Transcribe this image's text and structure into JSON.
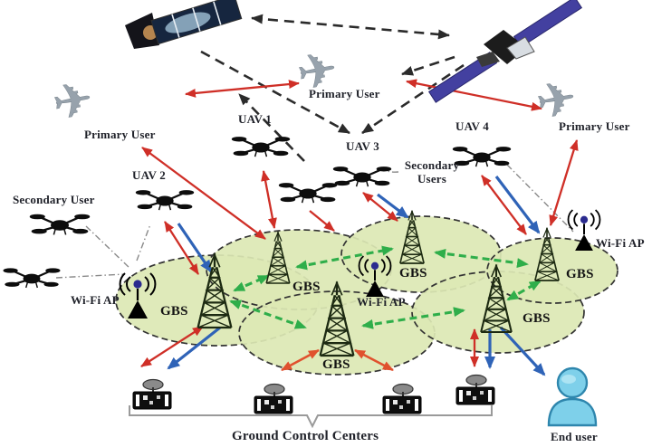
{
  "figure": {
    "type": "uav-satellite-network-architecture-diagram",
    "labels": {
      "primary_user": "Primary User",
      "secondary_user": "Secondary User",
      "secondary_users": "Secondary Users",
      "uav_1": "UAV 1",
      "uav_2": "UAV 2",
      "uav_3": "UAV 3",
      "uav_4": "UAV 4",
      "gbs": "GBS",
      "wifi_ap": "Wi-Fi AP",
      "ground_control_centers": "Ground Control Centers",
      "end_user": "End user"
    },
    "icons": {
      "airplane_glyph": "✈",
      "satellite": "satellite-icon",
      "uav": "drone-icon",
      "base_station": "gbs-tower-icon",
      "wifi_access_point": "wifi-ap-icon",
      "ground_control_center": "control-van-icon",
      "end_user": "person-icon"
    },
    "colors": {
      "cell_coverage_fill": "#dce8b4",
      "primary_link_red": "#cf2f27",
      "uav_gbs_link_blue": "#2f63b7",
      "inter_gbs_backhaul_green": "#2fae4a",
      "satellite_link_black": "#2b2b2b",
      "gcc_link_orange": "#e0512e",
      "end_user_icon_blue": "#7ed0ea",
      "satellite_panel_purple": "#4340a0"
    },
    "counts": {
      "satellites": 2,
      "primary_user_aircraft": 3,
      "uavs": 4,
      "secondary_user_drones": 3,
      "gbs_towers": 6,
      "wifi_access_points": 3,
      "ground_control_centers": 4,
      "end_users": 1
    }
  }
}
